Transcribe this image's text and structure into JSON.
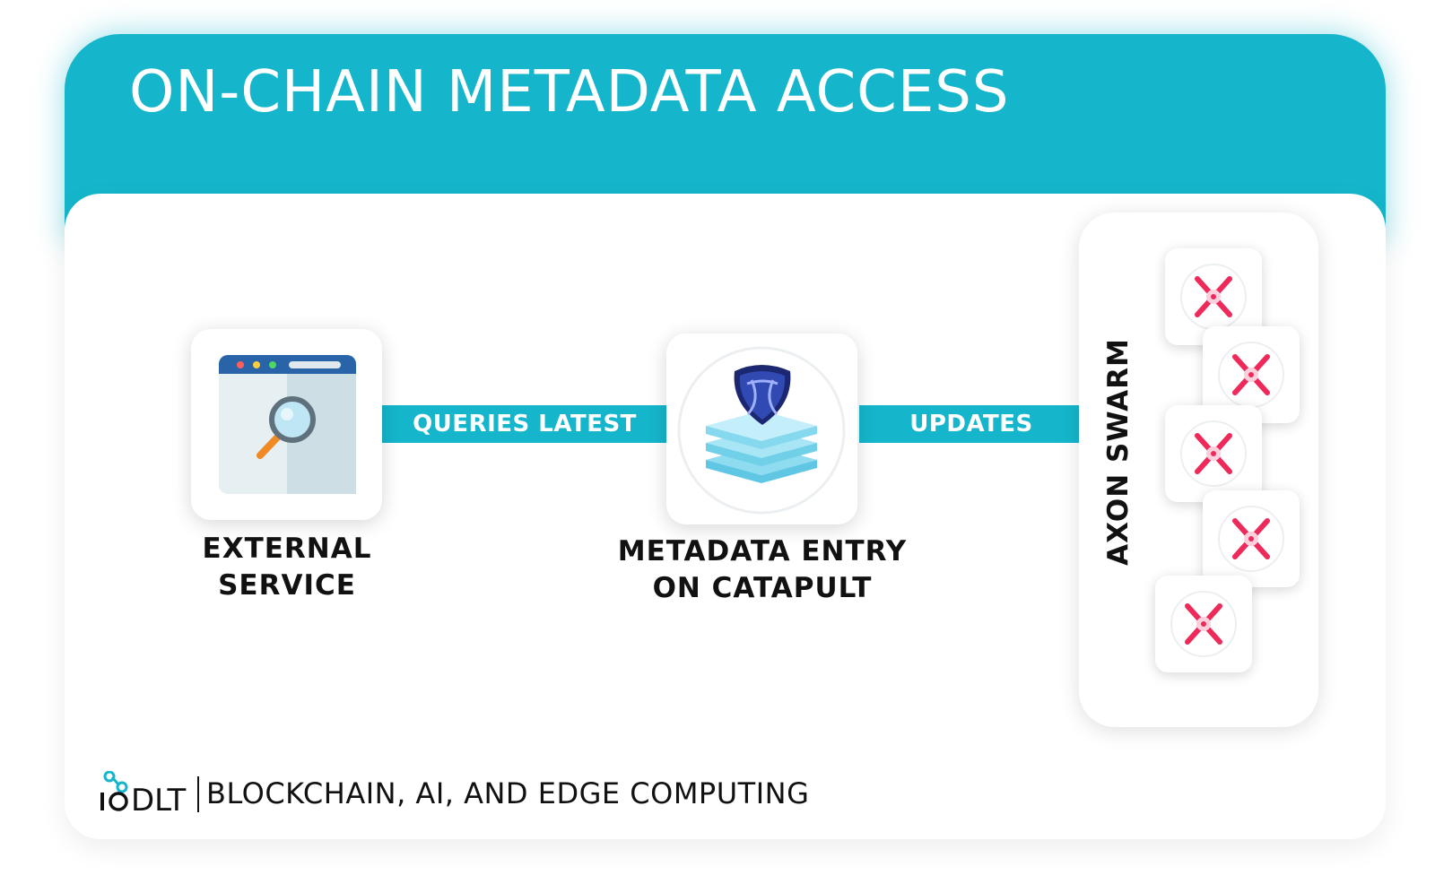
{
  "title": "ON-CHAIN METADATA ACCESS",
  "nodes": {
    "external_service": {
      "label_line1": "EXTERNAL",
      "label_line2": "SERVICE",
      "icon": "browser-search-icon"
    },
    "metadata_entry": {
      "label_line1": "METADATA ENTRY",
      "label_line2": "ON CATAPULT",
      "icon": "nem-layers-icon"
    },
    "axon_swarm": {
      "label": "AXON SWARM",
      "node_icon": "axon-drone-icon",
      "node_count": 5
    }
  },
  "edges": [
    {
      "from": "external_service",
      "to": "metadata_entry",
      "label": "QUERIES LATEST"
    },
    {
      "from": "metadata_entry",
      "to": "axon_swarm",
      "label": "UPDATES"
    }
  ],
  "footer": {
    "logo_text": "DLT",
    "tagline": "BLOCKCHAIN, AI, AND EDGE COMPUTING"
  },
  "colors": {
    "accent": "#15b6cb",
    "text": "#111111",
    "drone_red": "#ee2a5a"
  }
}
